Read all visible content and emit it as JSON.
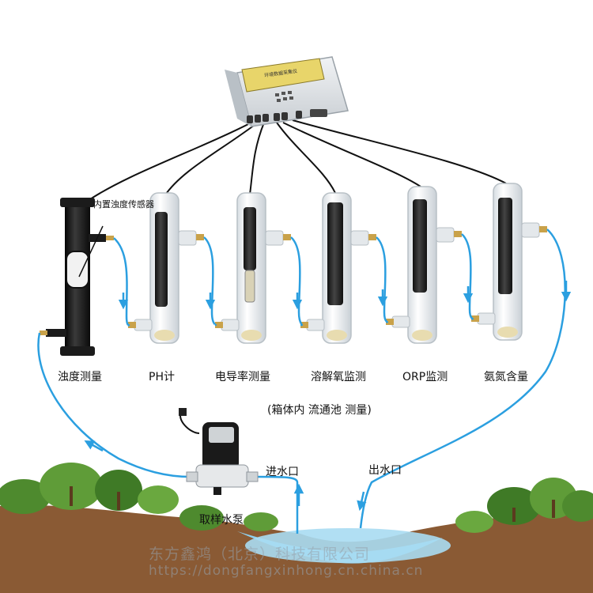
{
  "controller": {
    "screen_text": "环境数据采集仪"
  },
  "labels": {
    "builtin_sensor": "内置浊度传感器",
    "sensors": [
      "浊度测量",
      "PH计",
      "电导率测量",
      "溶解氧监测",
      "ORP监测",
      "氨氮含量"
    ],
    "box_note": "(箱体内 流通池 测量)",
    "inlet": "进水口",
    "outlet": "出水口",
    "pump": "取样水泵"
  },
  "watermark": {
    "line1": "东方鑫鸿（北京）科技有限公司",
    "line2": "https://dongfangxinhong.cn.china.cn"
  },
  "colors": {
    "water_line": "#2b9fe0",
    "cable": "#111111",
    "screen": "#e8d56a",
    "controller_body": "#dfe3e6",
    "black_sensor": "#141414",
    "pond": "#8fd0ee",
    "soil": "#8a5a34",
    "brass": "#c9a24a"
  }
}
